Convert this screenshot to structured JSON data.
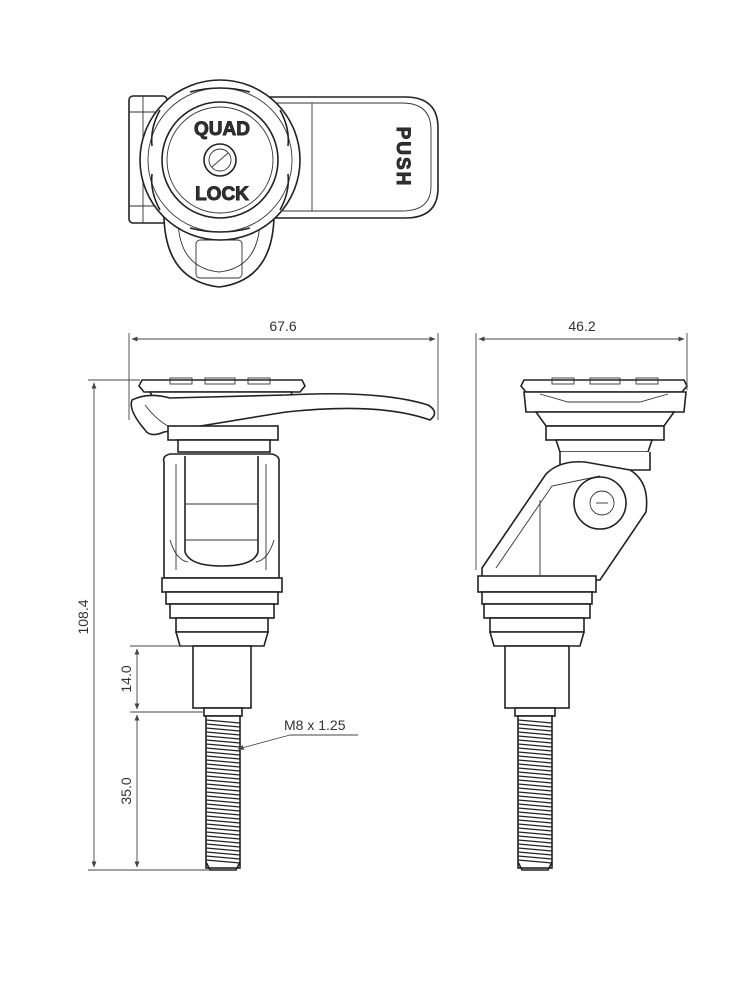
{
  "top_view": {
    "logo_line1": "QUAD",
    "logo_line2": "LOCK",
    "lever_text": "PUSH"
  },
  "dimensions": {
    "width_front": "67.6",
    "width_side": "46.2",
    "total_height": "108.4",
    "shank_height": "14.0",
    "thread_length": "35.0",
    "thread_spec": "M8 x 1.25"
  },
  "colors": {
    "line": "#222222",
    "dimension": "#444444",
    "background": "#ffffff"
  }
}
